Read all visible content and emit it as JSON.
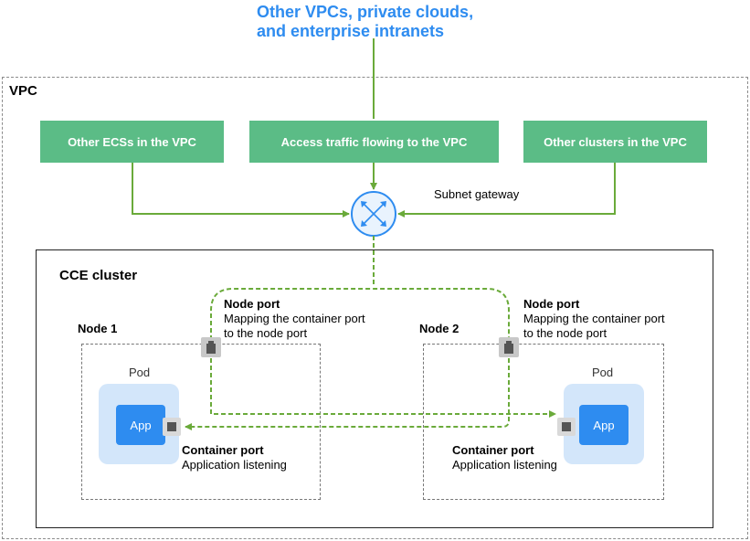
{
  "title": {
    "line1": "Other VPCs, private clouds,",
    "line2": "and enterprise intranets"
  },
  "vpc": {
    "label": "VPC"
  },
  "boxes": {
    "other_ecs": "Other ECSs in the VPC",
    "access_traffic": "Access traffic flowing to the VPC",
    "other_clusters": "Other clusters in the VPC"
  },
  "gateway": {
    "label": "Subnet gateway"
  },
  "cluster": {
    "label": "CCE cluster"
  },
  "node1": {
    "label": "Node 1",
    "pod": "Pod",
    "app": "App",
    "node_port_title": "Node port",
    "node_port_desc_1": "Mapping the container port",
    "node_port_desc_2": "to the node port",
    "container_port_title": "Container port",
    "container_port_desc": "Application listening"
  },
  "node2": {
    "label": "Node 2",
    "pod": "Pod",
    "app": "App",
    "node_port_title": "Node port",
    "node_port_desc_1": "Mapping the container port",
    "node_port_desc_2": "to the node port",
    "container_port_title": "Container port",
    "container_port_desc": "Application listening"
  },
  "colors": {
    "title": "#2e8cf0",
    "green_box": "#5bbc86",
    "line": "#6aaa3a",
    "pod": "#d3e6fa",
    "app": "#2e8cf0",
    "port": "#555555"
  }
}
